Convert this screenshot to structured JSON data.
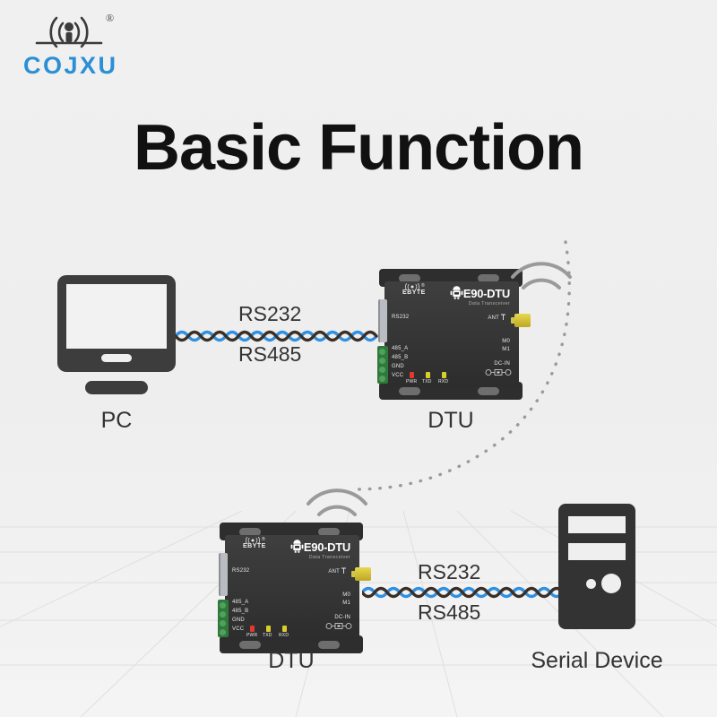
{
  "brand": {
    "name": "COJXU",
    "trademark": "®",
    "logo_icon": "antenna-signal-icon",
    "logo_color": "#2b8fd6"
  },
  "title": "Basic Function",
  "background_color": "#efefef",
  "nodes": {
    "pc": {
      "label": "PC",
      "icon": "monitor-icon"
    },
    "dtu_top": {
      "label": "DTU",
      "icon": "dtu-device-icon"
    },
    "dtu_bottom": {
      "label": "DTU",
      "icon": "dtu-device-icon"
    },
    "serial_device": {
      "label": "Serial Device",
      "icon": "computer-tower-icon"
    }
  },
  "device": {
    "model": "E90-DTU",
    "subtitle": "Data Transceiver",
    "brand": "EBYTE",
    "brand_trademark": "®",
    "port_label": "RS232",
    "terminals": [
      "485_A",
      "485_B",
      "GND",
      "VCC"
    ],
    "leds": [
      {
        "name": "PWR",
        "color": "#e03a2f"
      },
      {
        "name": "TXD",
        "color": "#d8d02a"
      },
      {
        "name": "RXD",
        "color": "#d8d02a"
      }
    ],
    "antenna_label": "ANT",
    "mode_pins": [
      "M0",
      "M1"
    ],
    "power_label": "DC-IN",
    "robot_icon": "robot-head-icon",
    "antenna_connector_color": "#d4c445"
  },
  "cables": {
    "left": {
      "top_label": "RS232",
      "bottom_label": "RS485"
    },
    "right": {
      "top_label": "RS232",
      "bottom_label": "RS485"
    },
    "strand_colors": [
      "#2f8fe0",
      "#3a2f26"
    ]
  },
  "wireless": {
    "icon": "wifi-arcs-icon",
    "arc_color": "#9a9a9a",
    "link_icon": "dotted-rf-link",
    "link_color": "#9a9a9a"
  }
}
